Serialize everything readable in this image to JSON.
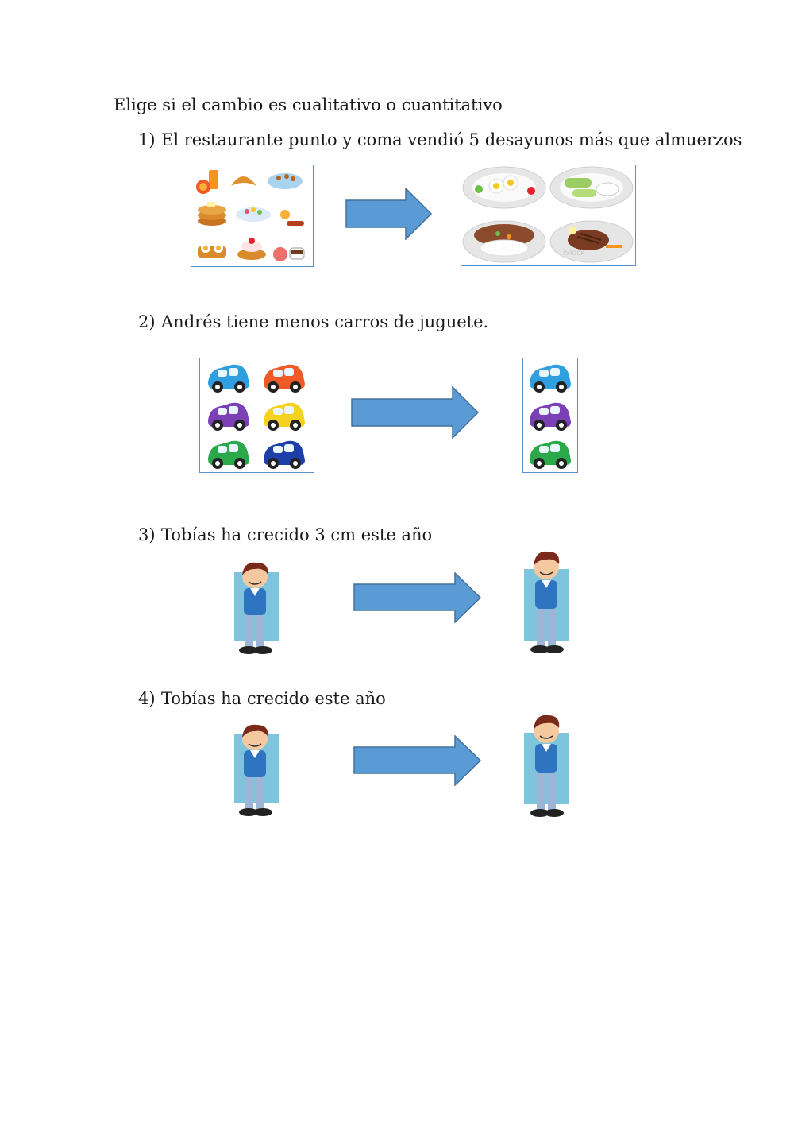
{
  "worksheet": {
    "instruction": "Elige si el cambio es cualitativo o cuantitativo",
    "items": [
      {
        "number": "1)",
        "text": "El restaurante punto y coma vendió 5 desayunos más que almuerzos"
      },
      {
        "number": "2)",
        "text": "Andrés tiene menos carros de juguete."
      },
      {
        "number": "3)",
        "text": "Tobías ha crecido 3 cm este año"
      },
      {
        "number": "4)",
        "text": "Tobías ha crecido este año"
      }
    ]
  },
  "images": {
    "breakfast_watermark": "iStock"
  },
  "colors": {
    "arrow_fill": "#5b9bd5",
    "arrow_stroke": "#41719c",
    "frame_border": "#5b8fd0",
    "backdrop": "#7ec4dc"
  },
  "icons": [
    "breakfast-foods-picture",
    "lunch-plates-picture",
    "toy-cars-picture",
    "boy-picture",
    "right-arrow-icon"
  ]
}
